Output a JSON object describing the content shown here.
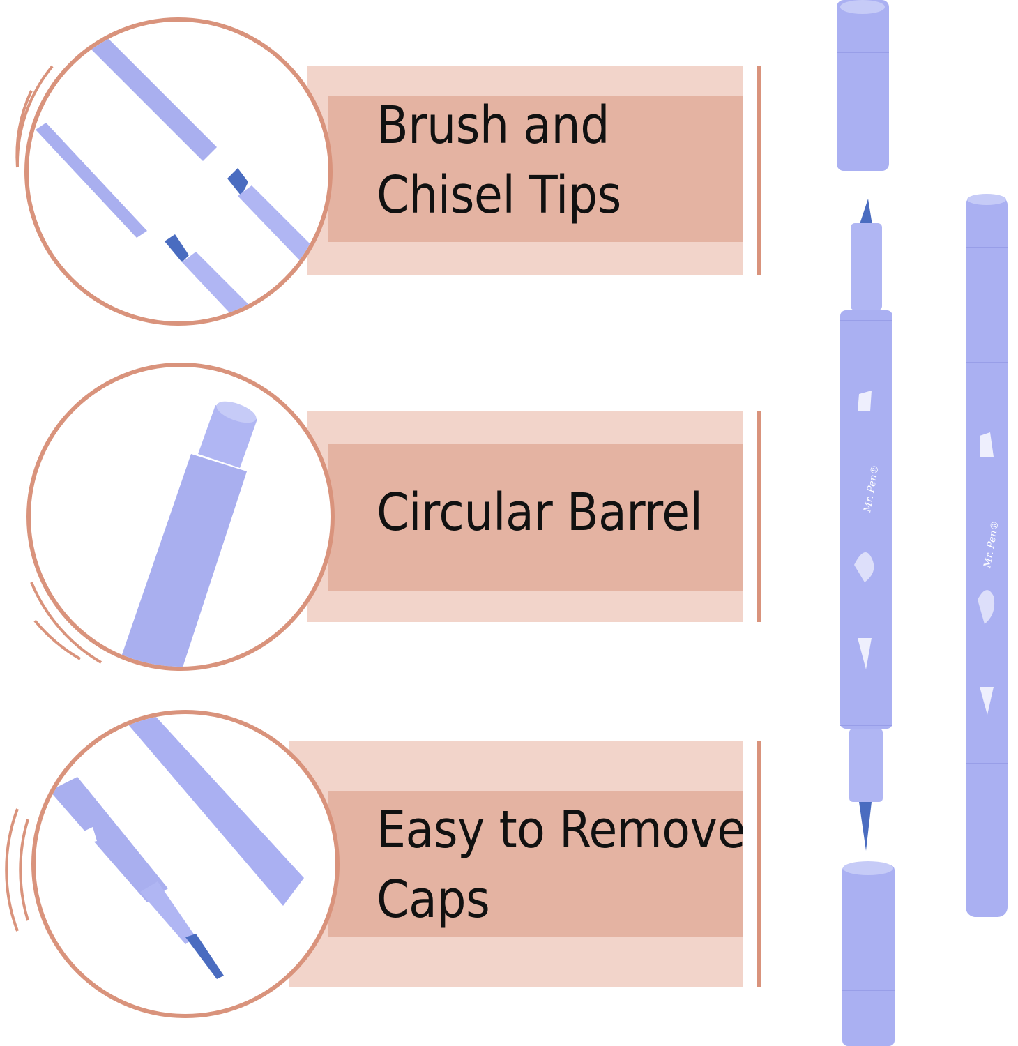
{
  "features": [
    {
      "label": "Brush and\nChisel Tips"
    },
    {
      "label": "Circular Barrel"
    },
    {
      "label": "Easy to Remove\nCaps"
    }
  ],
  "brand_text": "Mr. Pen®",
  "colors": {
    "accent": "#d9937c",
    "band_light": "#f2d4ca",
    "band_dark": "#e4b3a2",
    "pen_body": "#aab0f2",
    "pen_tip": "#4a6cc0"
  },
  "icons": [
    "brush-tip-icon",
    "mustache-icon",
    "chisel-tip-icon"
  ]
}
